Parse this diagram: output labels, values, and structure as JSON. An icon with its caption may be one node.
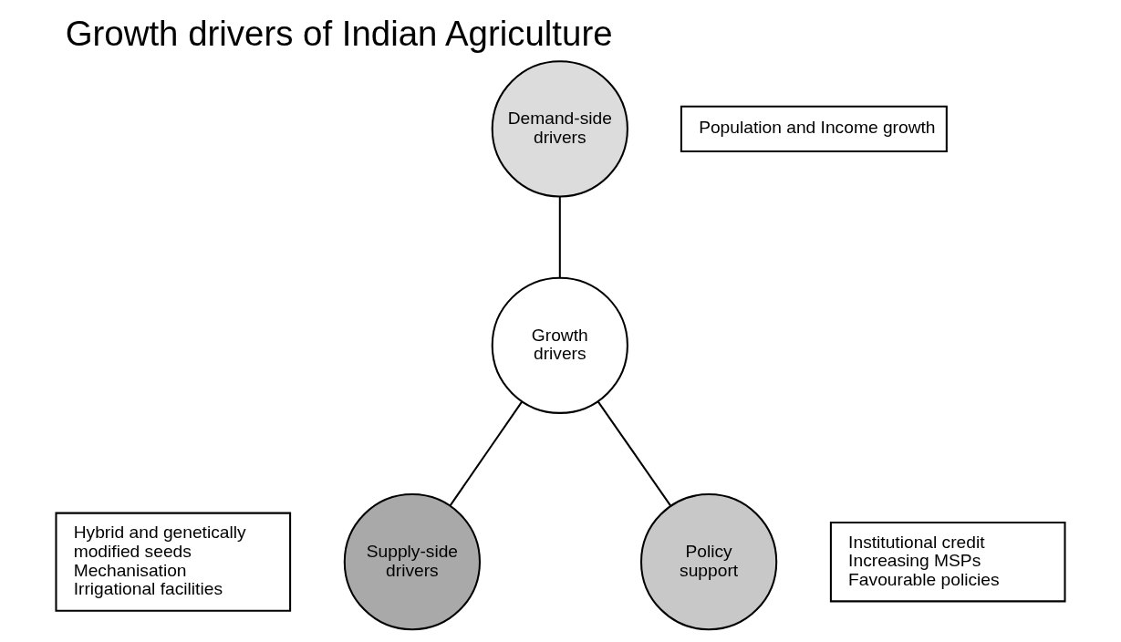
{
  "diagram": {
    "title": "Growth drivers of Indian Agriculture",
    "nodes": [
      {
        "text": [
          "Growth drivers"
        ]
      },
      {
        "text": [
          "Demand-side drivers"
        ]
      },
      {
        "text": [
          "Supply-side drivers"
        ]
      },
      {
        "text": [
          "Policy support"
        ]
      },
      {
        "text": [
          "Population and Income growth"
        ]
      },
      {
        "text": [
          "Hybrid and genetically modified seeds",
          "Mechanisation",
          "Irrigational facilities"
        ]
      },
      {
        "text": [
          "Institutional credit",
          "Increasing MSPs",
          "Favourable policies"
        ]
      }
    ],
    "edges": [
      {
        "from": 1,
        "to": 0,
        "arrow": "none"
      },
      {
        "from": 0,
        "to": 2,
        "arrow": "none"
      },
      {
        "from": 0,
        "to": 3,
        "arrow": "none"
      }
    ]
  }
}
